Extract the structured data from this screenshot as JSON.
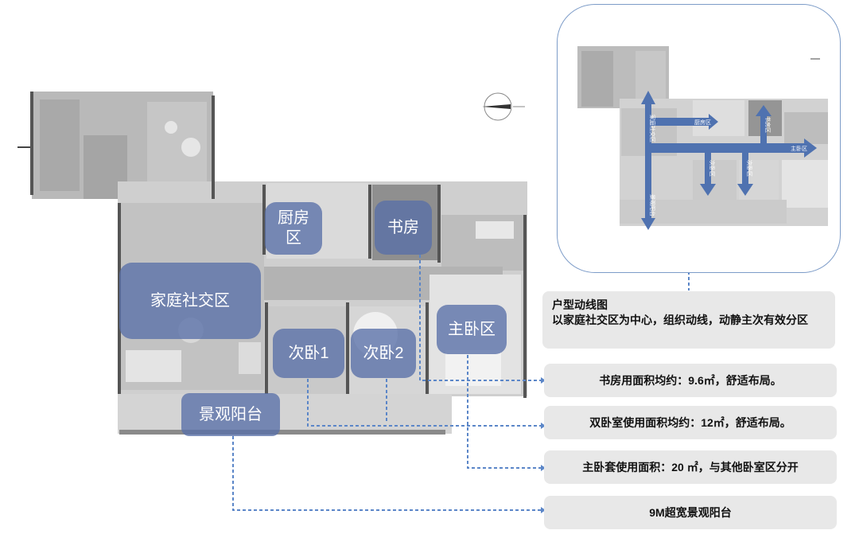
{
  "zones": {
    "kitchen": "厨房\n区",
    "study": "书房",
    "living": "家庭社交区",
    "bedroom1": "次卧1",
    "bedroom2": "次卧2",
    "master": "主卧区",
    "balcony": "景观阳台"
  },
  "intro": {
    "title": "户型动线图",
    "body": "以家庭社交区为中心，组织动线，动静主次有效分区"
  },
  "callouts": {
    "study": "书房用面积均约：9.6㎡，舒适布局。",
    "bedrooms": "双卧室使用面积均约：12㎡，舒适布局。",
    "master": "主卧套使用面积：20 ㎡，与其他卧室区分开",
    "balcony": "9M超宽景观阳台"
  },
  "minimap_labels": {
    "social": "家庭社交区",
    "kitchen": "厨房区",
    "study": "书房区",
    "master": "主卧区",
    "bed1": "次卧区",
    "bed2": "次卧区",
    "balcony": "景观阳台"
  },
  "colors": {
    "zone_fill": "#5870a8",
    "arrow": "#4f72b0",
    "leader": "#5b86c8",
    "callout_bg": "#e8e8e8",
    "minimap_border": "#7d9cc8"
  },
  "icons": [
    "compass-icon",
    "flow-arrow-icon"
  ]
}
